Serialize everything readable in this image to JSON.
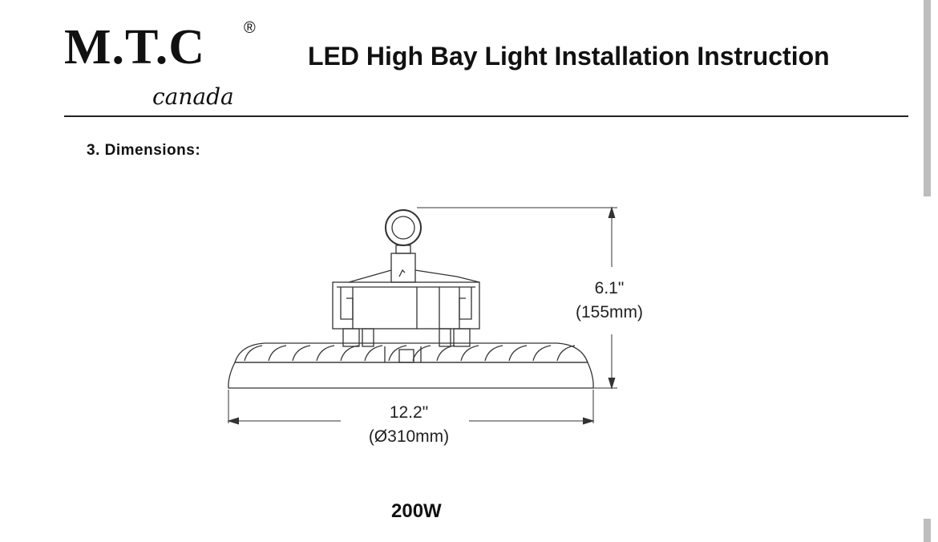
{
  "logo": {
    "brand": "M.T.C",
    "registered": "®",
    "sub": "canada"
  },
  "header": {
    "title": "LED High Bay Light Installation Instruction"
  },
  "section": {
    "heading": "3. Dimensions:"
  },
  "dimensions": {
    "height_in": "6.1\"",
    "height_mm": "(155mm)",
    "width_in": "12.2\"",
    "width_mm": "(Ø310mm)"
  },
  "model": {
    "wattage": "200W"
  }
}
